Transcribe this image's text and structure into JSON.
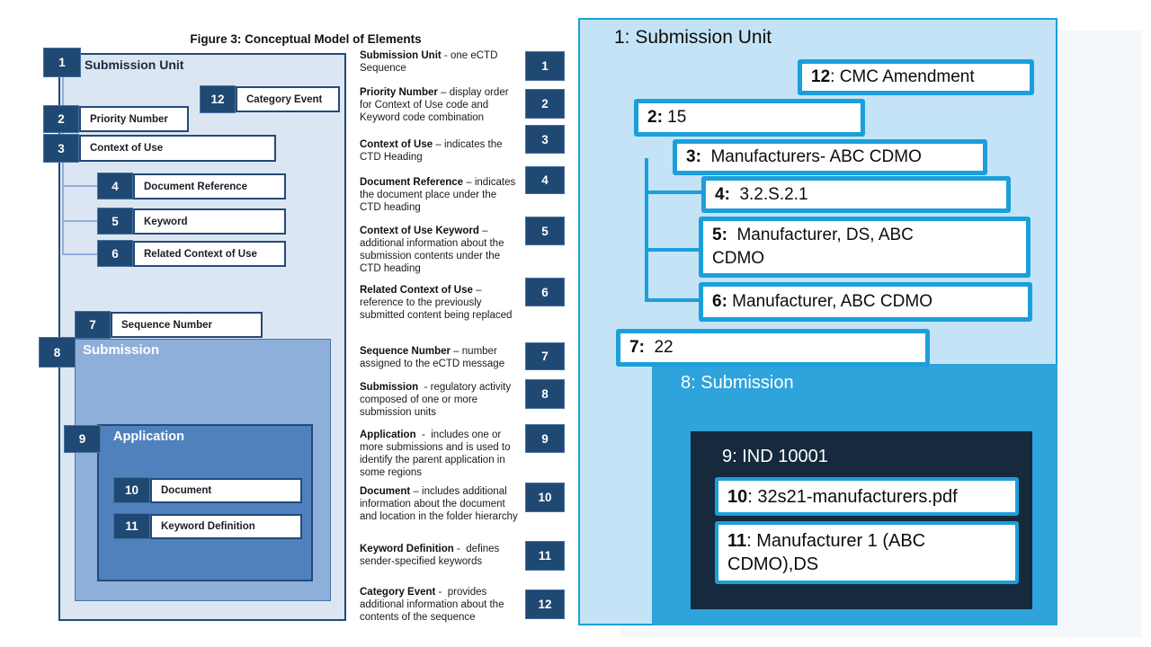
{
  "figure_title": "Figure 3: Conceptual Model of Elements",
  "colors": {
    "badge_navy": "#1f4873",
    "diagram_fill": "#dce6f2",
    "submission_fill": "#8eafd9",
    "application_fill": "#4f81bd",
    "panel_fill": "#c5e3f6",
    "panel_accent_cyan": "#1b9fdb",
    "example_submission_blue": "#2fa3dc",
    "example_application_navy": "#16293d"
  },
  "diagram": {
    "submission_unit": {
      "num": "1",
      "label": "Submission Unit"
    },
    "category_event": {
      "num": "12",
      "label": "Category Event"
    },
    "priority_number": {
      "num": "2",
      "label": "Priority Number"
    },
    "context_of_use": {
      "num": "3",
      "label": "Context of Use"
    },
    "document_reference": {
      "num": "4",
      "label": "Document Reference"
    },
    "keyword": {
      "num": "5",
      "label": "Keyword"
    },
    "related_context_of_use": {
      "num": "6",
      "label": "Related Context of Use"
    },
    "sequence_number": {
      "num": "7",
      "label": "Sequence Number"
    },
    "submission": {
      "num": "8",
      "label": "Submission"
    },
    "application": {
      "num": "9",
      "label": "Application"
    },
    "document": {
      "num": "10",
      "label": "Document"
    },
    "keyword_definition": {
      "num": "11",
      "label": "Keyword Definition"
    }
  },
  "legend": {
    "items": [
      {
        "num": "1",
        "term": "Submission Unit",
        "sep": " - ",
        "desc": "one eCTD Sequence"
      },
      {
        "num": "2",
        "term": "Priority Number",
        "sep": " – ",
        "desc": "display order for Context of Use code and Keyword code combination"
      },
      {
        "num": "3",
        "term": "Context of Use",
        "sep": " – ",
        "desc": "indicates the CTD Heading"
      },
      {
        "num": "4",
        "term": "Document Reference",
        "sep": " – ",
        "desc": "indicates the document place under the CTD heading"
      },
      {
        "num": "5",
        "term": "Context of Use Keyword",
        "sep": " – ",
        "desc": "additional information about the submission contents under the CTD heading"
      },
      {
        "num": "6",
        "term": "Related Context of Use",
        "sep": " – ",
        "desc": "reference to the previously submitted content being replaced"
      },
      {
        "num": "7",
        "term": "Sequence Number",
        "sep": " – ",
        "desc": "number assigned to the eCTD message"
      },
      {
        "num": "8",
        "term": "Submission",
        "sep": "  - ",
        "desc": "regulatory activity composed of one or more submission units"
      },
      {
        "num": "9",
        "term": "Application",
        "sep": "  -  ",
        "desc": "includes one or more submissions and is used to identify the parent application in some regions"
      },
      {
        "num": "10",
        "term": "Document",
        "sep": " – ",
        "desc": "includes additional information about the document and location in the folder hierarchy"
      },
      {
        "num": "11",
        "term": "Keyword Definition",
        "sep": " -  ",
        "desc": "defines sender-specified keywords"
      },
      {
        "num": "12",
        "term": "Category Event",
        "sep": " -  ",
        "desc": "provides additional information about the contents of the sequence"
      }
    ]
  },
  "example": {
    "title": "1: Submission Unit",
    "submission_label": "8: Submission",
    "application_label": "9: IND 10001",
    "boxes": {
      "category_event": {
        "num": "12",
        "text": ": CMC Amendment"
      },
      "priority_number": {
        "num": "2:",
        "text": " 15"
      },
      "context_of_use": {
        "num": "3:",
        "text": "  Manufacturers- ABC CDMO"
      },
      "document_reference": {
        "num": "4:",
        "text": "  3.2.S.2.1"
      },
      "keyword": {
        "num": "5:",
        "text": "  Manufacturer, DS, ABC\nCDMO"
      },
      "related_context_of_use": {
        "num": "6:",
        "text": " Manufacturer, ABC CDMO"
      },
      "sequence_number": {
        "num": "7:",
        "text": "  22"
      },
      "document": {
        "num": "10",
        "text": ": 32s21-manufacturers.pdf"
      },
      "keyword_definition": {
        "num": "11",
        "text": ": Manufacturer 1 (ABC\nCDMO),DS"
      }
    }
  }
}
